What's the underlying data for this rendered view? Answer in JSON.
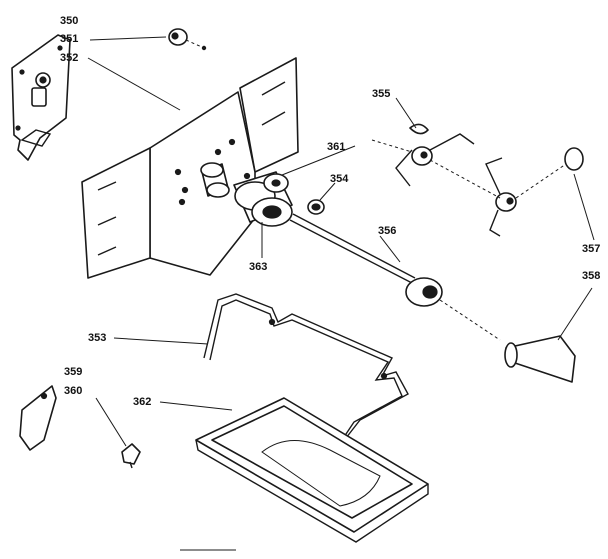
{
  "diagram": {
    "callouts": [
      "350",
      "351",
      "352",
      "361",
      "354",
      "355",
      "356",
      "357",
      "358",
      "363",
      "353",
      "359",
      "360",
      "362"
    ]
  }
}
